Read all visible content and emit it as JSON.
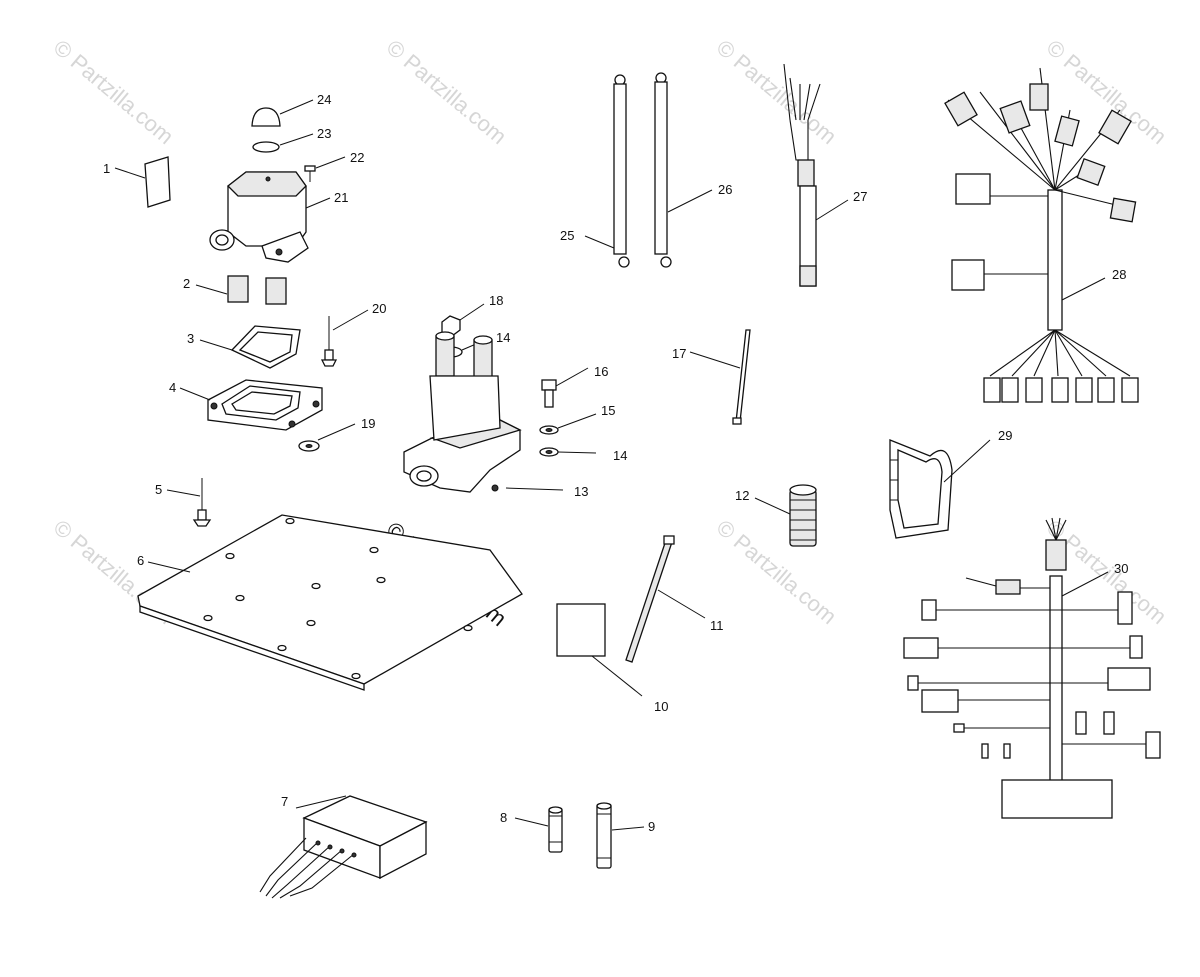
{
  "watermark": {
    "text": "© Partzilla.com",
    "center_text": "© Partzilla.com"
  },
  "callouts": {
    "c1": "1",
    "c2": "2",
    "c3": "3",
    "c4": "4",
    "c5": "5",
    "c6": "6",
    "c7": "7",
    "c8": "8",
    "c9": "9",
    "c10": "10",
    "c11": "11",
    "c12": "12",
    "c13": "13",
    "c14a": "14",
    "c14b": "14",
    "c15": "15",
    "c16": "16",
    "c17": "17",
    "c18": "18",
    "c19": "19",
    "c20": "20",
    "c21": "21",
    "c22": "22",
    "c23": "23",
    "c24": "24",
    "c25": "25",
    "c26": "26",
    "c27": "27",
    "c28": "28",
    "c29": "29",
    "c30": "30"
  }
}
